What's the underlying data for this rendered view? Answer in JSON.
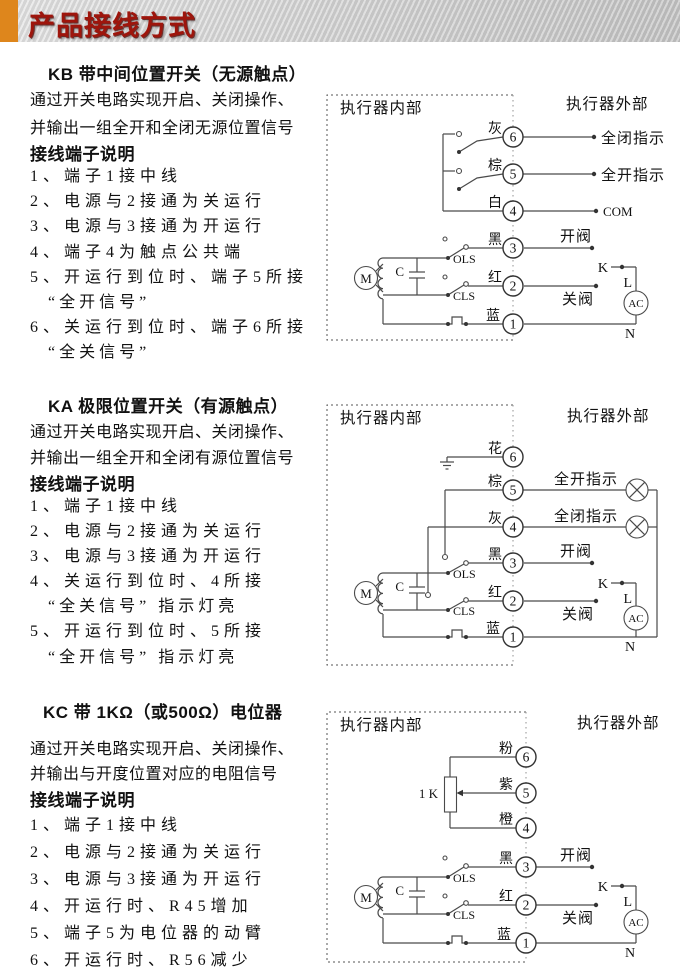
{
  "header": {
    "title": "产品接线方式",
    "accent_color": "#de861c",
    "title_color": "#9e150c"
  },
  "sections": [
    {
      "id": "KB",
      "title": "KB 带中间位置开关（无源触点）",
      "intro": [
        "通过开关电路实现开启、关闭操作、",
        "并输出一组全开和全闭无源位置信号"
      ],
      "subtitle": "接线端子说明",
      "items": [
        "1、端子1接中线",
        "2、电源与2接通为关运行",
        "3、电源与3接通为开运行",
        "4、端子4为触点公共端",
        "5、开运行到位时、端子5所接",
        "“全开信号”",
        "6、关运行到位时、端子6所接",
        "“全关信号”"
      ],
      "diagram": {
        "inside": "执行器内部",
        "outside": "执行器外部",
        "terminals": [
          "6",
          "5",
          "4",
          "3",
          "2",
          "1"
        ],
        "wires": [
          "灰",
          "棕",
          "白",
          "黑",
          "红",
          "蓝"
        ],
        "t6_out": "全闭指示",
        "t5_out": "全开指示",
        "t4_out": "COM",
        "open_valve": "开阀",
        "close_valve": "关阀",
        "ols": "OLS",
        "cls": "CLS",
        "motor": "M",
        "cap": "C",
        "k": "K",
        "l": "L",
        "ac": "AC",
        "n": "N"
      }
    },
    {
      "id": "KA",
      "title": "KA 极限位置开关（有源触点）",
      "intro": [
        "通过开关电路实现开启、关闭操作、",
        "并输出一组全开和全闭有源位置信号"
      ],
      "subtitle": "接线端子说明",
      "items": [
        "1、端子1接中线",
        "2、电源与2接通为关运行",
        "3、电源与3接通为开运行",
        "4、关运行到位时、4所接",
        "“全关信号” 指示灯亮",
        "5、开运行到位时、5所接",
        "“全开信号” 指示灯亮"
      ],
      "diagram": {
        "inside": "执行器内部",
        "outside": "执行器外部",
        "terminals": [
          "6",
          "5",
          "4",
          "3",
          "2",
          "1"
        ],
        "wires": [
          "花",
          "棕",
          "灰",
          "黑",
          "红",
          "蓝"
        ],
        "t5_out": "全开指示",
        "t4_out": "全闭指示",
        "open_valve": "开阀",
        "close_valve": "关阀",
        "ols": "OLS",
        "cls": "CLS",
        "motor": "M",
        "cap": "C",
        "k": "K",
        "l": "L",
        "ac": "AC",
        "n": "N"
      }
    },
    {
      "id": "KC",
      "title": "KC 带 1KΩ（或500Ω）电位器",
      "intro": [
        "通过开关电路实现开启、关闭操作、",
        "并输出与开度位置对应的电阻信号"
      ],
      "subtitle": "接线端子说明",
      "items": [
        "1、端子1接中线",
        "2、电源与2接通为关运行",
        "3、电源与3接通为开运行",
        "4、开运行时、R45增加",
        "5、端子5为电位器的动臂",
        "6、开运行时、R56减少"
      ],
      "diagram": {
        "inside": "执行器内部",
        "outside": "执行器外部",
        "terminals": [
          "6",
          "5",
          "4",
          "3",
          "2",
          "1"
        ],
        "wires": [
          "粉",
          "紫",
          "橙",
          "黑",
          "红",
          "蓝"
        ],
        "pot": "1 K",
        "open_valve": "开阀",
        "close_valve": "关阀",
        "ols": "OLS",
        "cls": "CLS",
        "motor": "M",
        "cap": "C",
        "k": "K",
        "l": "L",
        "ac": "AC",
        "n": "N"
      }
    }
  ]
}
